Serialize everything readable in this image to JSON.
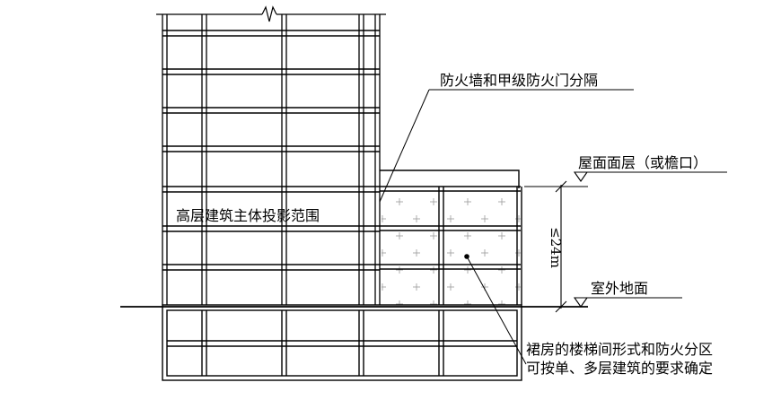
{
  "labels": {
    "firewall": "防火墙和甲级防火门分隔",
    "roof_level": "屋面面层（或檐口）",
    "ground_level": "室外地面",
    "projection": "高层建筑主体投影范围",
    "podium_line1": "裙房的楼梯间形式和防火分区",
    "podium_line2": "可按单、多层建筑的要求确定",
    "height_dim": "≤24m"
  }
}
